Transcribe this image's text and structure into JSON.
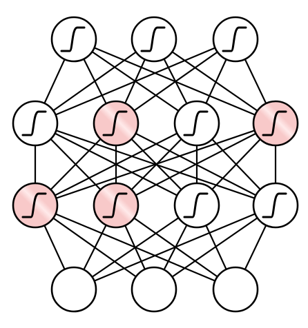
{
  "diagram": {
    "description_free": true,
    "colors": {
      "background": "#ffffff",
      "stroke": "#000000",
      "node_fill": "#ffffff",
      "dropped_fill": "#f8c9c9",
      "dropped_shine": "#ffeaea"
    },
    "icon": "sigmoid-activation-icon",
    "layers": [
      {
        "name": "hidden-layer-top",
        "nodes": [
          {
            "activation": true,
            "dropped": false
          },
          {
            "activation": true,
            "dropped": false
          },
          {
            "activation": true,
            "dropped": false
          }
        ]
      },
      {
        "name": "hidden-layer-upper",
        "nodes": [
          {
            "activation": true,
            "dropped": false
          },
          {
            "activation": true,
            "dropped": true
          },
          {
            "activation": true,
            "dropped": false
          },
          {
            "activation": true,
            "dropped": true
          }
        ]
      },
      {
        "name": "hidden-layer-lower",
        "nodes": [
          {
            "activation": true,
            "dropped": true
          },
          {
            "activation": true,
            "dropped": true
          },
          {
            "activation": true,
            "dropped": false
          },
          {
            "activation": true,
            "dropped": false
          }
        ]
      },
      {
        "name": "input-layer",
        "nodes": [
          {
            "activation": false,
            "dropped": false
          },
          {
            "activation": false,
            "dropped": false
          },
          {
            "activation": false,
            "dropped": false
          }
        ]
      }
    ],
    "connectivity": "fully-connected-between-adjacent-layers"
  }
}
